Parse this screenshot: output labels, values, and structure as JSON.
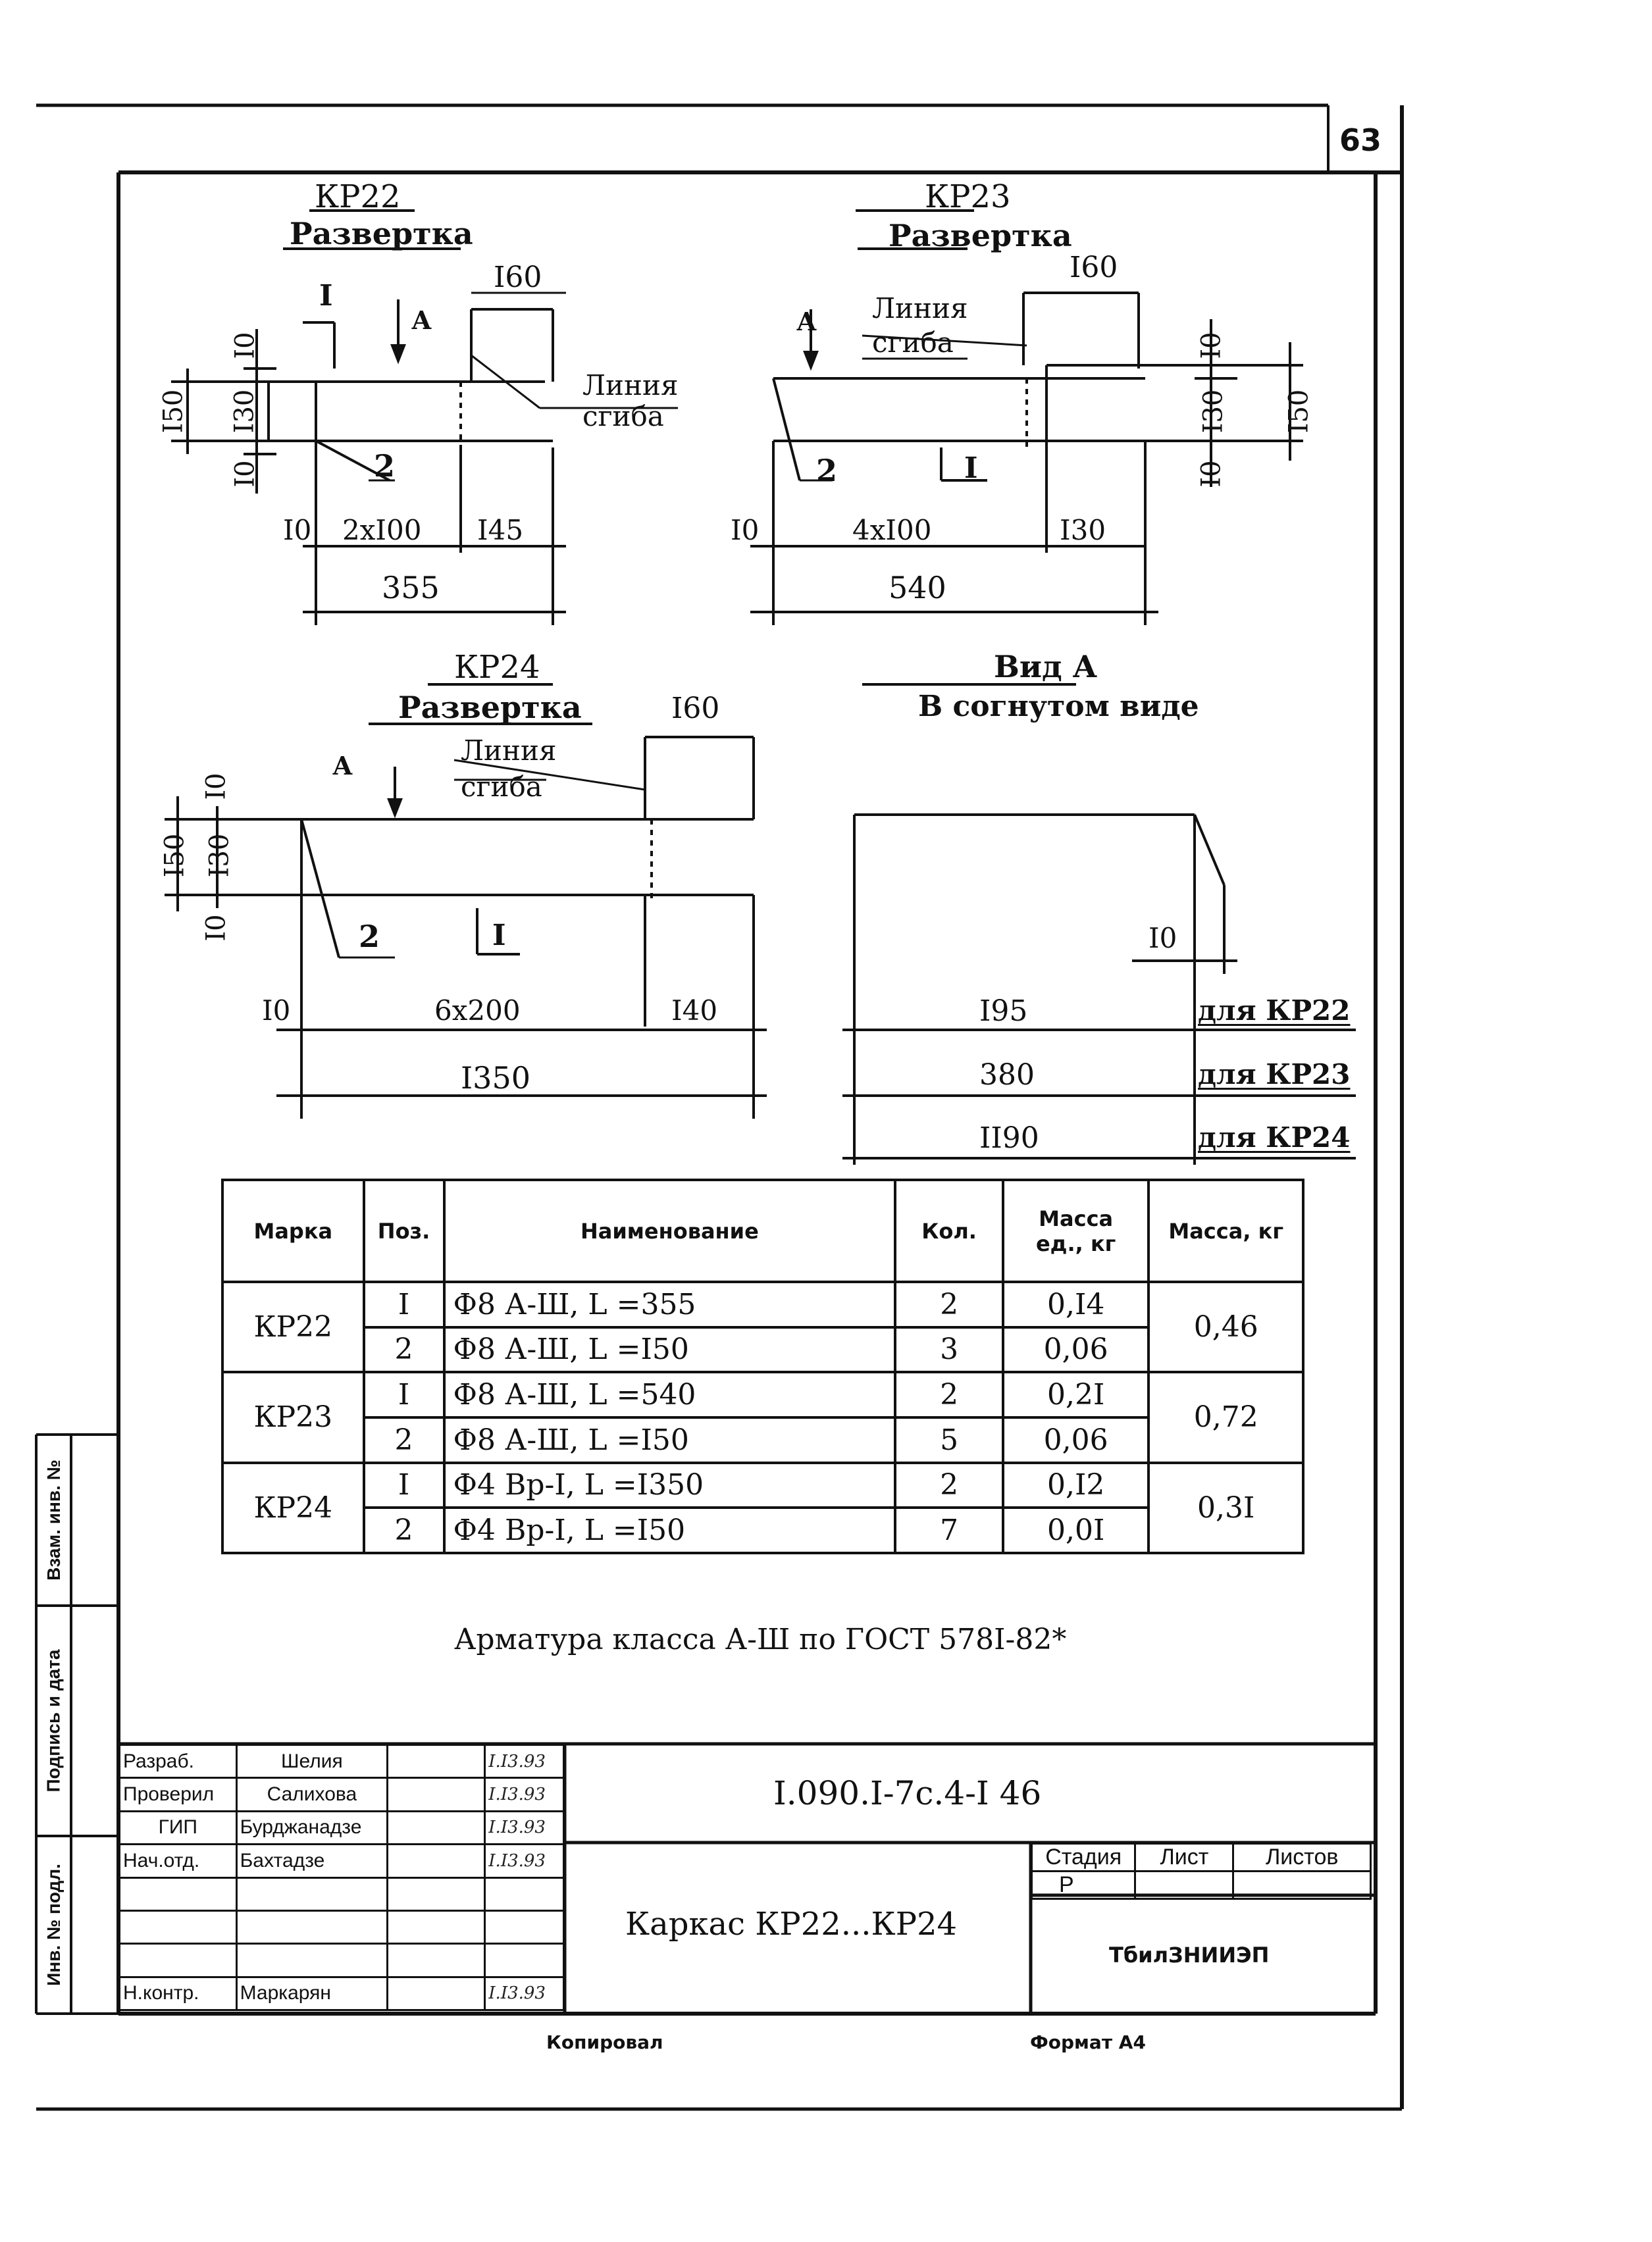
{
  "sheet_number": "63",
  "drawings": {
    "kr22": {
      "title": "КР22",
      "subtitle": "Развертка",
      "label_I": "I",
      "label_A": "А",
      "dim_160": "I60",
      "dim_10_top": "I0",
      "dim_130": "I30",
      "dim_150": "I50",
      "dim_10_bot": "I0",
      "bend_line_1": "Линия",
      "bend_line_2": "сгиба",
      "pos_2": "2",
      "dim_10": "I0",
      "dim_2x100": "2хI00",
      "dim_145": "I45",
      "dim_355": "355"
    },
    "kr23": {
      "title": "КР23",
      "subtitle": "Развертка",
      "label_A": "А",
      "bend_line_1": "Линия",
      "bend_line_2": "сгиба",
      "dim_160": "I60",
      "dim_10_top": "I0",
      "dim_130": "I30",
      "dim_150": "I50",
      "dim_10_bot": "I0",
      "pos_2": "2",
      "pos_1": "I",
      "dim_10": "I0",
      "dim_4x100": "4хI00",
      "dim_130b": "I30",
      "dim_540": "540"
    },
    "kr24": {
      "title": "КР24",
      "subtitle": "Развертка",
      "dim_160": "I60",
      "label_A": "А",
      "bend_line_1": "Линия",
      "bend_line_2": "сгиба",
      "dim_10_top": "I0",
      "dim_130": "I30",
      "dim_150": "I50",
      "dim_10_bot": "I0",
      "pos_2": "2",
      "pos_1": "I",
      "dim_10": "I0",
      "dim_6x200": "6х200",
      "dim_140": "I40",
      "dim_1350": "I350"
    },
    "view_a": {
      "title": "Вид А",
      "subtitle": "В согнутом виде",
      "dim_10": "I0",
      "dim_195": "I95",
      "for_kr22": "для КР22",
      "dim_380": "380",
      "for_kr23": "для КР23",
      "dim_1190": "II90",
      "for_kr24": "для КР24"
    }
  },
  "spec_table": {
    "headers": [
      "Марка",
      "Поз.",
      "Наименование",
      "Кол.",
      "Масса ед., кг",
      "Масса, кг"
    ],
    "groups": [
      {
        "mark": "КР22",
        "total": "0,46",
        "rows": [
          {
            "pos": "I",
            "name": "Ф8 А-Ш,  L =355",
            "qty": "2",
            "unit_mass": "0,I4"
          },
          {
            "pos": "2",
            "name": "Ф8 А-Ш,  L =I50",
            "qty": "3",
            "unit_mass": "0,06"
          }
        ]
      },
      {
        "mark": "КР23",
        "total": "0,72",
        "rows": [
          {
            "pos": "I",
            "name": "Ф8 А-Ш,  L =540",
            "qty": "2",
            "unit_mass": "0,2I"
          },
          {
            "pos": "2",
            "name": "Ф8 А-Ш,  L =I50",
            "qty": "5",
            "unit_mass": "0,06"
          }
        ]
      },
      {
        "mark": "КР24",
        "total": "0,3I",
        "rows": [
          {
            "pos": "I",
            "name": "Ф4 Вр-I,  L =I350",
            "qty": "2",
            "unit_mass": "0,I2"
          },
          {
            "pos": "2",
            "name": "Ф4 Вр-I,  L =I50",
            "qty": "7",
            "unit_mass": "0,0I"
          }
        ]
      }
    ]
  },
  "note": "Арматура класса  А-Ш по ГОСТ 578I-82*",
  "title_block": {
    "rows": [
      {
        "role": "Разраб.",
        "name": "Шелия",
        "date": "I.I3.93"
      },
      {
        "role": "Проверил",
        "name": "Салихова",
        "date": "I.I3.93"
      },
      {
        "role": "ГИП",
        "name": "Бурджанадзе",
        "date": "I.I3.93"
      },
      {
        "role": "Нач.отд.",
        "name": "Бахтадзе",
        "date": "I.I3.93"
      },
      {
        "role": "",
        "name": "",
        "date": ""
      },
      {
        "role": "",
        "name": "",
        "date": ""
      },
      {
        "role": "",
        "name": "",
        "date": ""
      },
      {
        "role": "Н.контр.",
        "name": "Маркарян",
        "date": "I.I3.93"
      }
    ],
    "document_code": "I.090.I-7с.4-I 46",
    "drawing_name": "Каркас КР22...КР24",
    "stage_header": "Стадия",
    "sheet_header": "Лист",
    "sheets_header": "Листов",
    "stage_value": "Р",
    "organization": "ТбилЗНИИЭП"
  },
  "side_stamp": {
    "inv_orig": "Инв. № подл.",
    "sign_date": "Подпись и дата",
    "replaced_inv": "Взам. инв. №"
  },
  "footer": {
    "copied": "Копировал",
    "format": "Формат А4"
  }
}
